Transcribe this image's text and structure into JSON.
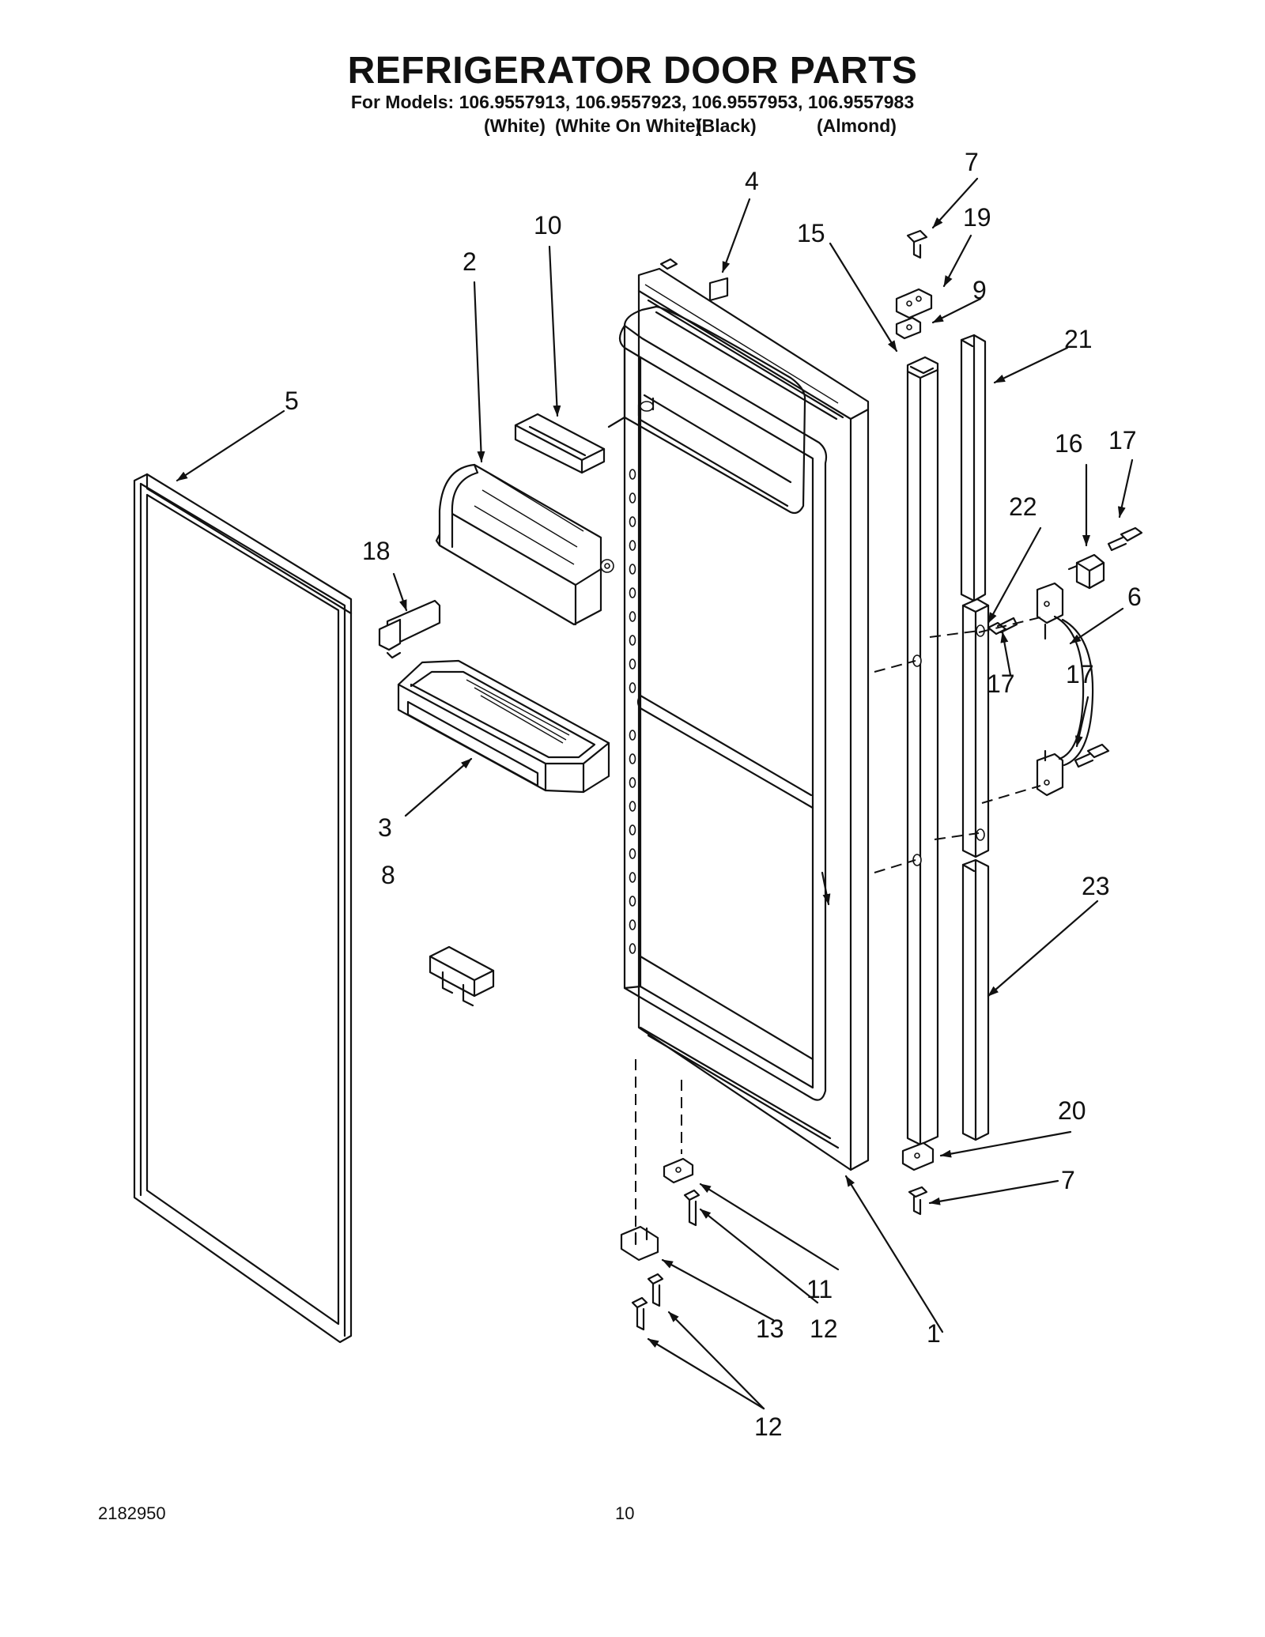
{
  "header": {
    "title": "REFRIGERATOR DOOR PARTS",
    "models_line": "For Models: 106.9557913, 106.9557923, 106.9557953, 106.9557983",
    "colors": [
      "(White)",
      "(White On White)",
      "(Black)",
      "(Almond)"
    ]
  },
  "callouts": {
    "c1": "1",
    "c2": "2",
    "c3": "3",
    "c4": "4",
    "c5": "5",
    "c6": "6",
    "c7a": "7",
    "c7b": "7",
    "c8": "8",
    "c9": "9",
    "c10": "10",
    "c11": "11",
    "c12a": "12",
    "c12b": "12",
    "c13": "13",
    "c15": "15",
    "c16": "16",
    "c17a": "17",
    "c17b": "17",
    "c17c": "17",
    "c18": "18",
    "c19": "19",
    "c20": "20",
    "c21": "21",
    "c22": "22",
    "c23": "23"
  },
  "footer": {
    "doc_number": "2182950",
    "page_number": "10"
  }
}
